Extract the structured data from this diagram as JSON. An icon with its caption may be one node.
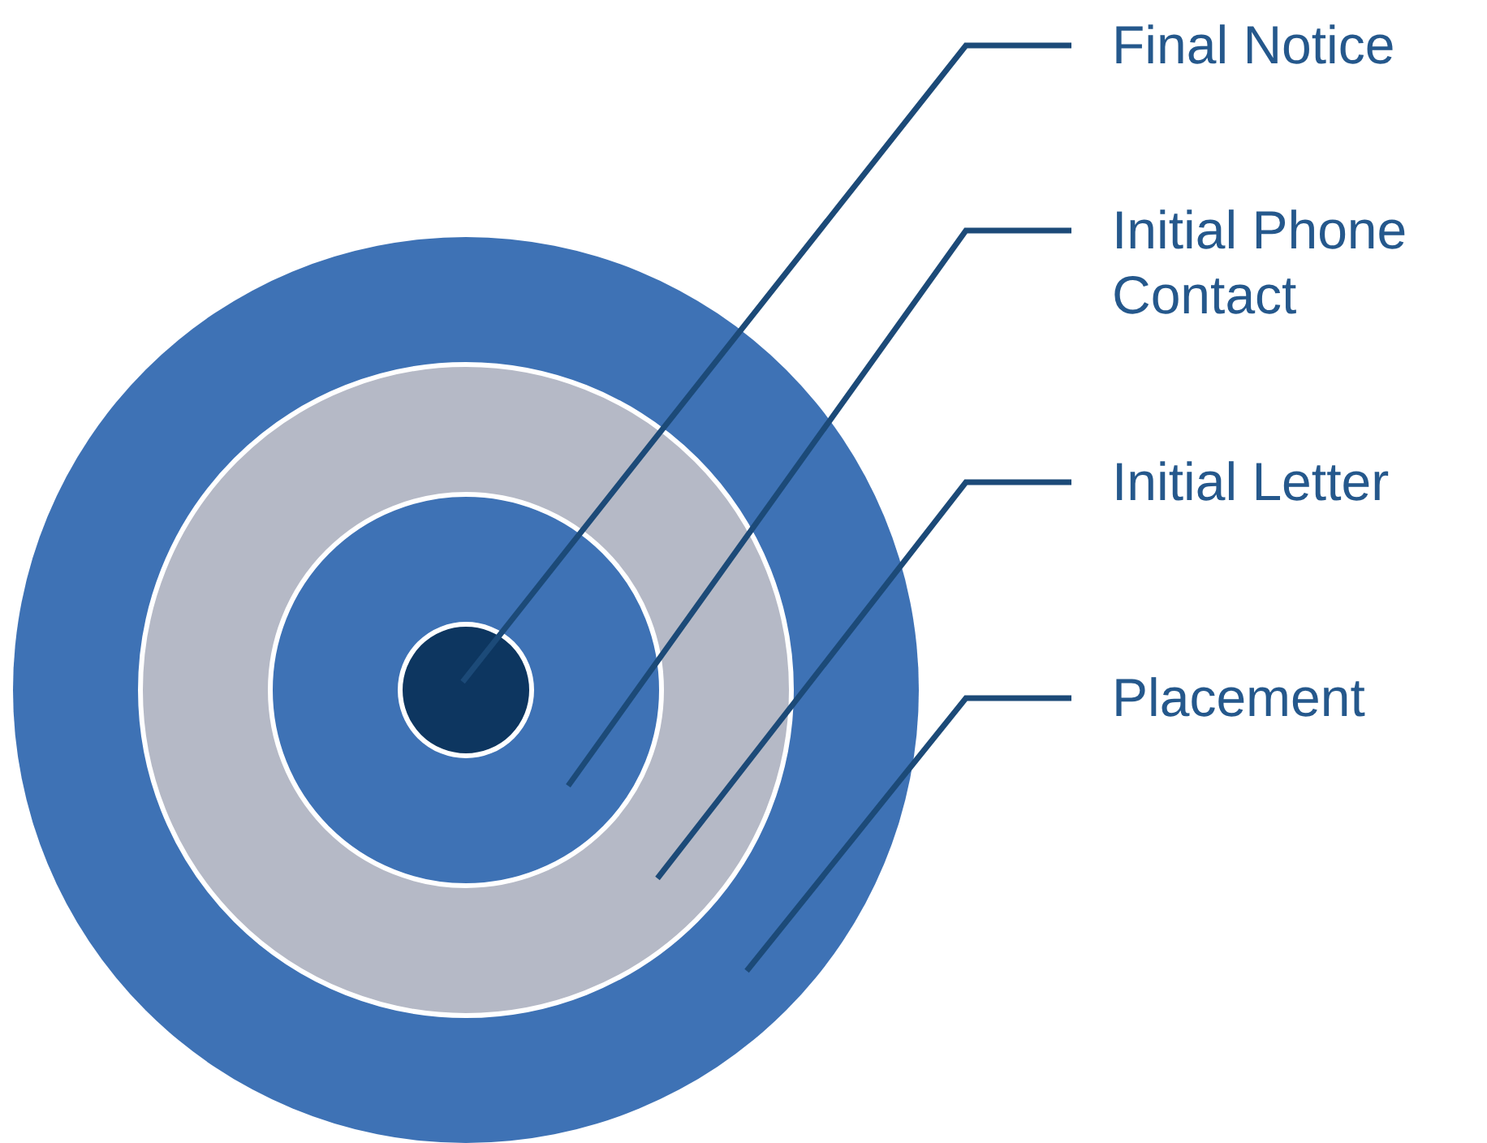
{
  "diagram": {
    "nodes": [
      {
        "text": [
          "Final Notice"
        ]
      },
      {
        "text": [
          "Initial Phone Contact"
        ]
      },
      {
        "text": [
          "Initial Letter"
        ]
      },
      {
        "text": [
          "Placement"
        ]
      },
      {
        "text": [],
        "shape": "circle"
      },
      {
        "text": [],
        "shape": "circle",
        "in": 4
      },
      {
        "text": [],
        "shape": "circle",
        "in": 5
      },
      {
        "text": [],
        "shape": "circle",
        "in": 6
      }
    ],
    "edges": [
      {
        "from": 0,
        "to": 7,
        "arrow": "none"
      },
      {
        "from": 1,
        "to": 6,
        "arrow": "none"
      },
      {
        "from": 2,
        "to": 5,
        "arrow": "none"
      },
      {
        "from": 3,
        "to": 4,
        "arrow": "none"
      }
    ]
  }
}
